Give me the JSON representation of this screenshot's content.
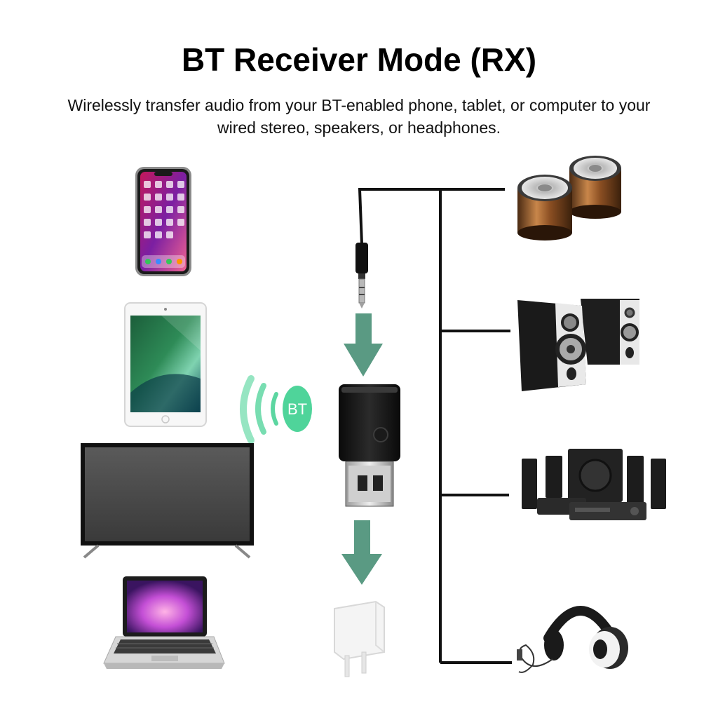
{
  "header": {
    "title": "BT Receiver Mode (RX)",
    "subtitle_line1": "Wirelessly transfer audio from your BT-enabled phone, tablet, or computer to your",
    "subtitle_line2": "wired stereo, speakers, or headphones."
  },
  "badge": {
    "label": "BT"
  },
  "colors": {
    "arrow": "#5a9a83",
    "badge": "#4fd49a",
    "wave": "#3fcf90",
    "line": "#111111"
  },
  "sources": [
    "smartphone-icon",
    "tablet-icon",
    "tv-icon",
    "laptop-icon"
  ],
  "outputs": [
    "portable-speakers-icon",
    "bookshelf-speakers-icon",
    "home-theater-icon",
    "headphones-icon"
  ]
}
